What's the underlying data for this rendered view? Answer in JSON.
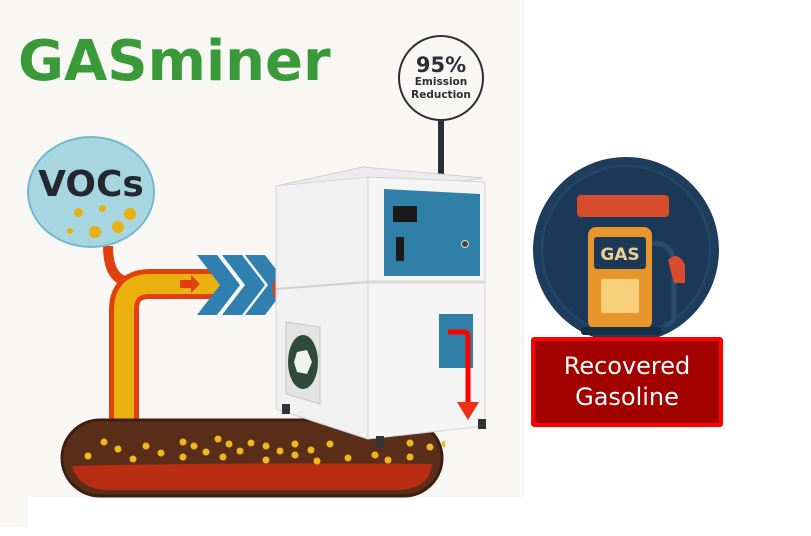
{
  "title": "GASminer",
  "stat": {
    "value": "95%",
    "label_line1": "Emission",
    "label_line2": "Reduction"
  },
  "source": {
    "label": "VOCs"
  },
  "pump_icon": {
    "screen_text": "GAS"
  },
  "output": {
    "label_line1": "Recovered",
    "label_line2": "Gasoline"
  },
  "colors": {
    "brand_green": "#3a9a3a",
    "pipe_yellow": "#eab10f",
    "pipe_red": "#e0400f",
    "chevron_blue": "#2f7fb0",
    "machine_panel_blue": "#2f7fa6",
    "tank_brown": "#5a2e19",
    "tank_liquid": "#b92e12",
    "pump_circle": "#1e3d5c",
    "pump_body": "#e8952c",
    "badge_fill": "#a30000",
    "badge_border": "#ff0000"
  }
}
